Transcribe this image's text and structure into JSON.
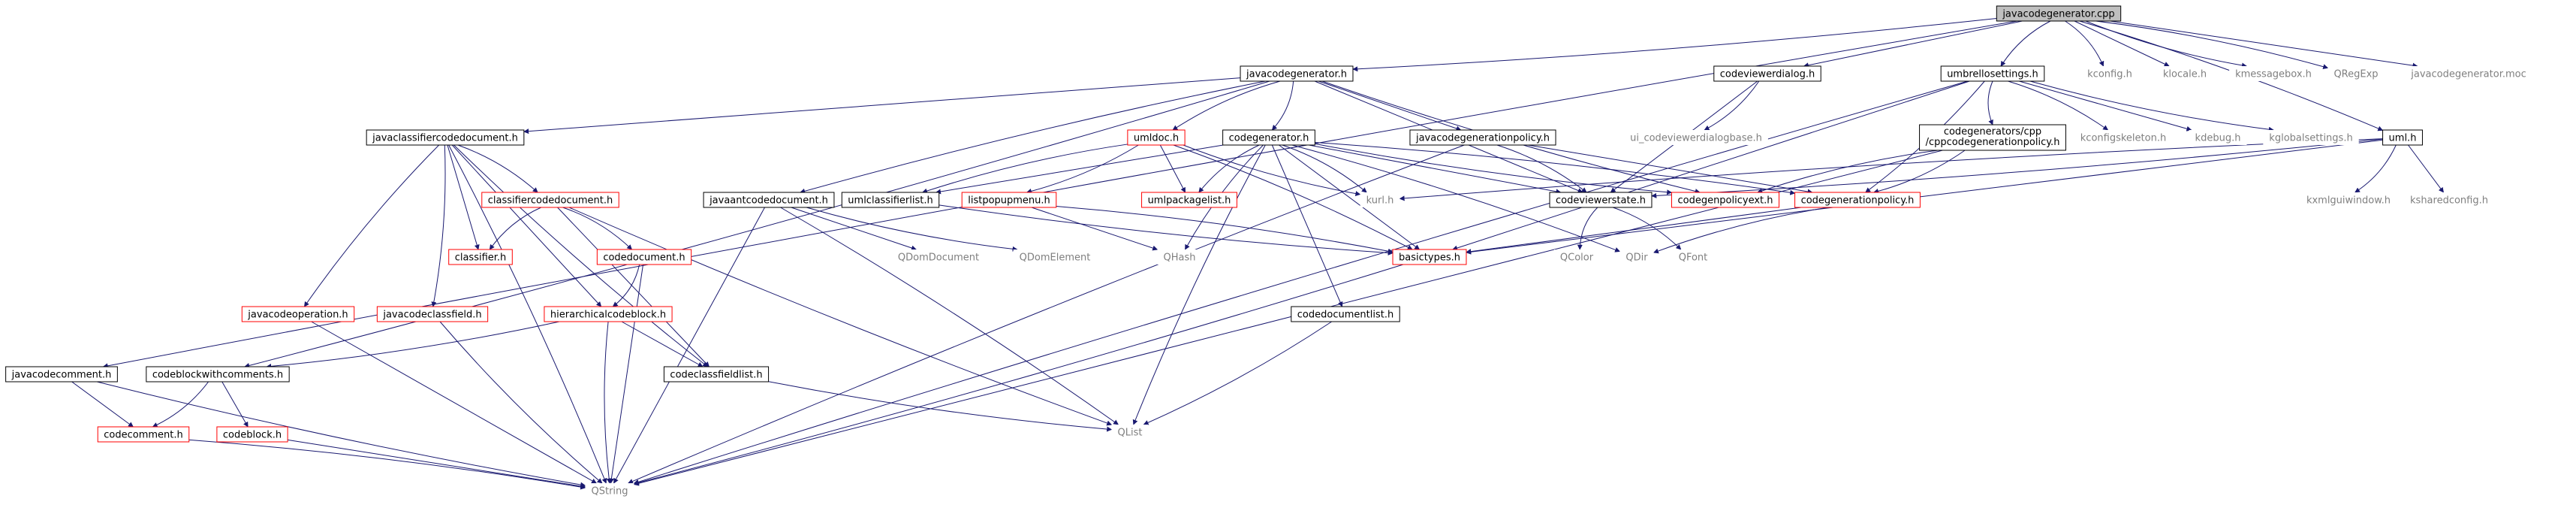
{
  "colors": {
    "root_fill": "#bfbfbf",
    "node_fill": "#ffffff",
    "border_black": "#000000",
    "border_red": "#ff0000",
    "border_grey": "#bfbfbf",
    "edge_main": "#191970",
    "edge_mid": "#6a6a9a",
    "edge_light": "#9a9ab0",
    "text_black": "#000000",
    "text_grey": "#7f7f7f"
  },
  "nodes": [
    {
      "id": "root",
      "label": "javacodegenerator.cpp",
      "style": "root"
    },
    {
      "id": "jcg_h",
      "label": "javacodegenerator.h",
      "style": "black"
    },
    {
      "id": "cvd_h",
      "label": "codeviewerdialog.h",
      "style": "black"
    },
    {
      "id": "us_h",
      "label": "umbrellosettings.h",
      "style": "black"
    },
    {
      "id": "kconfig",
      "label": "kconfig.h",
      "style": "grey"
    },
    {
      "id": "klocale",
      "label": "klocale.h",
      "style": "grey"
    },
    {
      "id": "kmsg",
      "label": "kmessagebox.h",
      "style": "grey"
    },
    {
      "id": "qregexp",
      "label": "QRegExp",
      "style": "grey"
    },
    {
      "id": "jcg_moc",
      "label": "javacodegenerator.moc",
      "style": "grey"
    },
    {
      "id": "jccd_h",
      "label": "javaclassifiercodedocument.h",
      "style": "black"
    },
    {
      "id": "umldoc",
      "label": "umldoc.h",
      "style": "red"
    },
    {
      "id": "cg_h",
      "label": "codegenerator.h",
      "style": "black"
    },
    {
      "id": "jcgp_h",
      "label": "javacodegenerationpolicy.h",
      "style": "black"
    },
    {
      "id": "ui_cvdb",
      "label": "ui_codeviewerdialogbase.h",
      "style": "grey"
    },
    {
      "id": "cpp_policy",
      "label": "codegenerators/cpp\n/cppcodegenerationpolicy.h",
      "style": "black"
    },
    {
      "id": "kconfigskel",
      "label": "kconfigskeleton.h",
      "style": "grey"
    },
    {
      "id": "kdebug",
      "label": "kdebug.h",
      "style": "grey"
    },
    {
      "id": "kglobal",
      "label": "kglobalsettings.h",
      "style": "grey"
    },
    {
      "id": "uml_h",
      "label": "uml.h",
      "style": "black"
    },
    {
      "id": "jacd_h",
      "label": "javaantcodedocument.h",
      "style": "black"
    },
    {
      "id": "ucl_h",
      "label": "umlclassifierlist.h",
      "style": "black"
    },
    {
      "id": "lpm_h",
      "label": "listpopupmenu.h",
      "style": "red"
    },
    {
      "id": "upl_h",
      "label": "umlpackagelist.h",
      "style": "red"
    },
    {
      "id": "kurl",
      "label": "kurl.h",
      "style": "grey"
    },
    {
      "id": "cvs_h",
      "label": "codeviewerstate.h",
      "style": "black"
    },
    {
      "id": "cgpe_h",
      "label": "codegenpolicyext.h",
      "style": "red"
    },
    {
      "id": "cgpol_h",
      "label": "codegenerationpolicy.h",
      "style": "red"
    },
    {
      "id": "kxml",
      "label": "kxmlguiwindow.h",
      "style": "grey"
    },
    {
      "id": "kshared",
      "label": "ksharedconfig.h",
      "style": "grey"
    },
    {
      "id": "ccd_h",
      "label": "classifiercodedocument.h",
      "style": "red"
    },
    {
      "id": "qdomdoc",
      "label": "QDomDocument",
      "style": "grey"
    },
    {
      "id": "qdomel",
      "label": "QDomElement",
      "style": "grey"
    },
    {
      "id": "basictypes",
      "label": "basictypes.h",
      "style": "red"
    },
    {
      "id": "qhash",
      "label": "QHash",
      "style": "grey"
    },
    {
      "id": "qcolor",
      "label": "QColor",
      "style": "grey"
    },
    {
      "id": "qdir",
      "label": "QDir",
      "style": "grey"
    },
    {
      "id": "qfont",
      "label": "QFont",
      "style": "grey"
    },
    {
      "id": "classifier",
      "label": "classifier.h",
      "style": "red"
    },
    {
      "id": "cdoc_h",
      "label": "codedocument.h",
      "style": "red"
    },
    {
      "id": "jco_h",
      "label": "javacodeoperation.h",
      "style": "red"
    },
    {
      "id": "jccf_h",
      "label": "javacodeclassfield.h",
      "style": "red"
    },
    {
      "id": "hcb_h",
      "label": "hierarchicalcodeblock.h",
      "style": "red"
    },
    {
      "id": "cdl_h",
      "label": "codedocumentlist.h",
      "style": "black"
    },
    {
      "id": "jcc_h",
      "label": "javacodecomment.h",
      "style": "black"
    },
    {
      "id": "cbwc_h",
      "label": "codeblockwithcomments.h",
      "style": "black"
    },
    {
      "id": "ccfl_h",
      "label": "codeclassfieldlist.h",
      "style": "black"
    },
    {
      "id": "cc_h",
      "label": "codecomment.h",
      "style": "red"
    },
    {
      "id": "cb_h",
      "label": "codeblock.h",
      "style": "red"
    },
    {
      "id": "qlist",
      "label": "QList",
      "style": "grey"
    },
    {
      "id": "qstring",
      "label": "QString",
      "style": "grey"
    }
  ],
  "edges": [
    [
      "root",
      "jcg_h"
    ],
    [
      "root",
      "cvd_h"
    ],
    [
      "root",
      "us_h"
    ],
    [
      "root",
      "kconfig"
    ],
    [
      "root",
      "klocale"
    ],
    [
      "root",
      "kmsg"
    ],
    [
      "root",
      "qregexp"
    ],
    [
      "root",
      "jcg_moc"
    ],
    [
      "root",
      "jcc_h"
    ],
    [
      "root",
      "uml_h"
    ],
    [
      "jcg_h",
      "jccd_h"
    ],
    [
      "jcg_h",
      "umldoc"
    ],
    [
      "jcg_h",
      "cg_h"
    ],
    [
      "jcg_h",
      "jcgp_h"
    ],
    [
      "jcg_h",
      "jacd_h"
    ],
    [
      "jcg_h",
      "cbwc_h"
    ],
    [
      "jcg_h",
      "cvs_h"
    ],
    [
      "jcg_h",
      "cgpe_h"
    ],
    [
      "cvd_h",
      "ui_cvdb"
    ],
    [
      "cvd_h",
      "cvs_h"
    ],
    [
      "us_h",
      "cpp_policy"
    ],
    [
      "us_h",
      "kconfigskel"
    ],
    [
      "us_h",
      "kdebug"
    ],
    [
      "us_h",
      "kglobal"
    ],
    [
      "us_h",
      "cgpol_h"
    ],
    [
      "us_h",
      "basictypes"
    ],
    [
      "us_h",
      "qstring"
    ],
    [
      "uml_h",
      "kxml"
    ],
    [
      "uml_h",
      "kshared"
    ],
    [
      "uml_h",
      "kurl"
    ],
    [
      "uml_h",
      "cvs_h"
    ],
    [
      "uml_h",
      "basictypes"
    ],
    [
      "cpp_policy",
      "cgpe_h"
    ],
    [
      "cpp_policy",
      "cgpol_h"
    ],
    [
      "cpp_policy",
      "qstring"
    ],
    [
      "umldoc",
      "ucl_h"
    ],
    [
      "umldoc",
      "lpm_h"
    ],
    [
      "umldoc",
      "upl_h"
    ],
    [
      "umldoc",
      "kurl"
    ],
    [
      "umldoc",
      "basictypes"
    ],
    [
      "cg_h",
      "ucl_h"
    ],
    [
      "cg_h",
      "upl_h"
    ],
    [
      "cg_h",
      "kurl"
    ],
    [
      "cg_h",
      "cvs_h"
    ],
    [
      "cg_h",
      "cgpe_h"
    ],
    [
      "cg_h",
      "cgpol_h"
    ],
    [
      "cg_h",
      "basictypes"
    ],
    [
      "cg_h",
      "qhash"
    ],
    [
      "cg_h",
      "qdir"
    ],
    [
      "cg_h",
      "cdl_h"
    ],
    [
      "cg_h",
      "qlist"
    ],
    [
      "jcgp_h",
      "cvs_h"
    ],
    [
      "jcgp_h",
      "cgpol_h"
    ],
    [
      "jcgp_h",
      "qstring"
    ],
    [
      "jccd_h",
      "ccd_h"
    ],
    [
      "jccd_h",
      "classifier"
    ],
    [
      "jccd_h",
      "jco_h"
    ],
    [
      "jccd_h",
      "jccf_h"
    ],
    [
      "jccd_h",
      "hcb_h"
    ],
    [
      "jccd_h",
      "ccfl_h"
    ],
    [
      "jccd_h",
      "qstring"
    ],
    [
      "jacd_h",
      "qdomdoc"
    ],
    [
      "jacd_h",
      "qdomel"
    ],
    [
      "jacd_h",
      "qlist"
    ],
    [
      "jacd_h",
      "qstring"
    ],
    [
      "ucl_h",
      "basictypes"
    ],
    [
      "lpm_h",
      "basictypes"
    ],
    [
      "lpm_h",
      "qhash"
    ],
    [
      "ccd_h",
      "classifier"
    ],
    [
      "ccd_h",
      "cdoc_h"
    ],
    [
      "ccd_h",
      "ccfl_h"
    ],
    [
      "ccd_h",
      "qlist"
    ],
    [
      "cdoc_h",
      "hcb_h"
    ],
    [
      "cdoc_h",
      "qstring"
    ],
    [
      "cvs_h",
      "qcolor"
    ],
    [
      "cvs_h",
      "qfont"
    ],
    [
      "cgpol_h",
      "basictypes"
    ],
    [
      "cgpol_h",
      "qdir"
    ],
    [
      "basictypes",
      "qstring"
    ],
    [
      "jco_h",
      "qstring"
    ],
    [
      "jccf_h",
      "qstring"
    ],
    [
      "hcb_h",
      "cbwc_h"
    ],
    [
      "hcb_h",
      "ccfl_h"
    ],
    [
      "hcb_h",
      "qstring"
    ],
    [
      "cdl_h",
      "qlist"
    ],
    [
      "jcc_h",
      "cc_h"
    ],
    [
      "jcc_h",
      "qstring"
    ],
    [
      "cbwc_h",
      "cc_h"
    ],
    [
      "cbwc_h",
      "cb_h"
    ],
    [
      "ccfl_h",
      "qlist"
    ],
    [
      "cc_h",
      "qstring"
    ],
    [
      "cb_h",
      "qstring"
    ]
  ]
}
